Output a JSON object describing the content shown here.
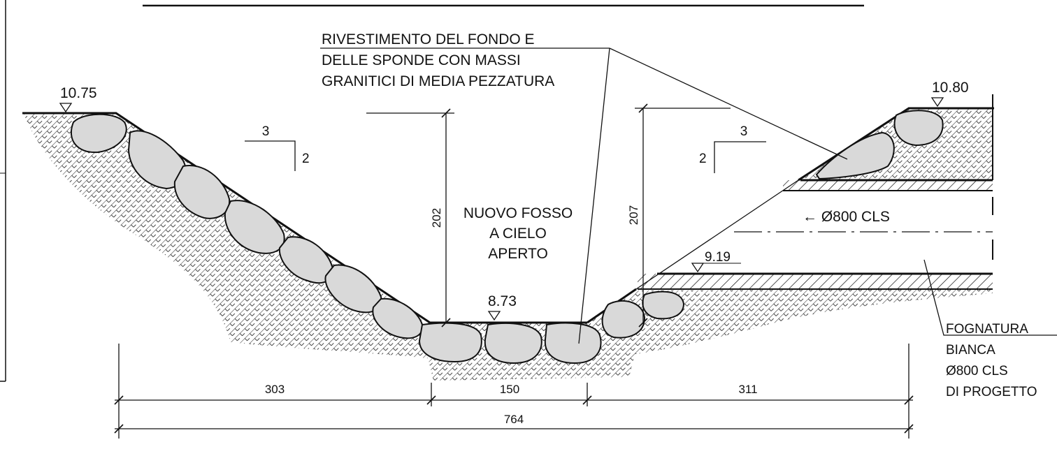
{
  "note_rivestimento": {
    "lines": [
      "RIVESTIMENTO DEL FONDO E",
      "DELLE SPONDE CON MASSI",
      "GRANITICI DI MEDIA PEZZATURA"
    ]
  },
  "note_fosso": {
    "lines": [
      "NUOVO FOSSO",
      "A CIELO",
      "APERTO"
    ]
  },
  "note_fognatura": {
    "lines": [
      "FOGNATURA",
      "BIANCA",
      "Ø800 CLS",
      "DI PROGETTO"
    ]
  },
  "pipe_label": "← Ø800 CLS",
  "elevations": {
    "left_top": "10.75",
    "right_top": "10.80",
    "bottom": "8.73",
    "pipe_invert": "9.19"
  },
  "slopes": {
    "left": {
      "horizontal": "3",
      "vertical": "2"
    },
    "right": {
      "horizontal": "3",
      "vertical": "2"
    }
  },
  "depths": {
    "left": "202",
    "right": "207"
  },
  "dimensions": {
    "left_width": "303",
    "bottom_width": "150",
    "right_width": "311",
    "total_width": "764"
  },
  "colors": {
    "line": "#111111",
    "boulder_fill": "#d9d9d9",
    "soil_hatch": "#333333"
  }
}
